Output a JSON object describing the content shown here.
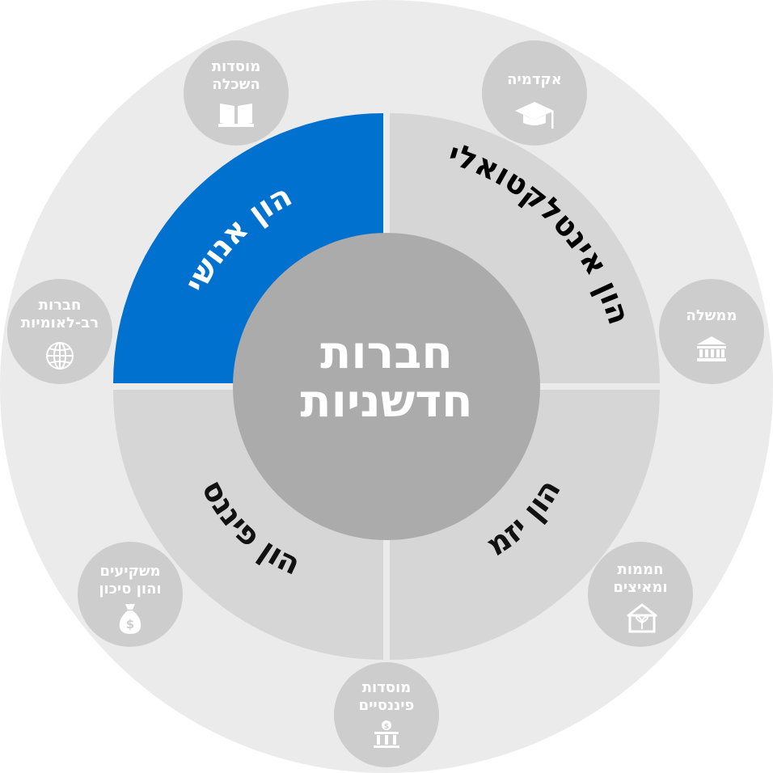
{
  "center": {
    "line1": "חברות",
    "line2": "חדשניות"
  },
  "quadrants": {
    "human": {
      "label": "הון אנושי",
      "color": "#0071CE",
      "text_color": "#ffffff"
    },
    "intellectual": {
      "label": "הון אינטלקטואלי",
      "color": "#D6D6D6",
      "text_color": "#000000"
    },
    "entrepreneurial": {
      "label": "הון יזמי",
      "color": "#D6D6D6",
      "text_color": "#111111"
    },
    "financial": {
      "label": "הון פיננסי",
      "color": "#D6D6D6",
      "text_color": "#111111"
    }
  },
  "nodes": {
    "education": {
      "line1": "מוסדות",
      "line2": "השכלה",
      "icon": "open-book-icon"
    },
    "academia": {
      "line1": "אקדמיה",
      "line2": "",
      "icon": "graduation-cap-icon"
    },
    "government": {
      "line1": "ממשלה",
      "line2": "",
      "icon": "government-building-icon"
    },
    "incubators": {
      "line1": "חממות",
      "line2": "ומאיצים",
      "icon": "greenhouse-icon"
    },
    "financial_institutions": {
      "line1": "מוסדות",
      "line2": "פיננסיים",
      "icon": "bank-icon"
    },
    "investors": {
      "line1": "משקיעים",
      "line2": "והון סיכון",
      "icon": "money-bag-icon"
    },
    "multinationals": {
      "line1": "חברות",
      "line2": "רב-לאומיות",
      "icon": "globe-icon"
    }
  },
  "colors": {
    "outer_ring": "#EBEBEB",
    "node_fill": "#CDCDCD",
    "center_fill": "#ABABAB",
    "quadrant_gray": "#D6D6D6",
    "quadrant_blue": "#0071CE"
  }
}
